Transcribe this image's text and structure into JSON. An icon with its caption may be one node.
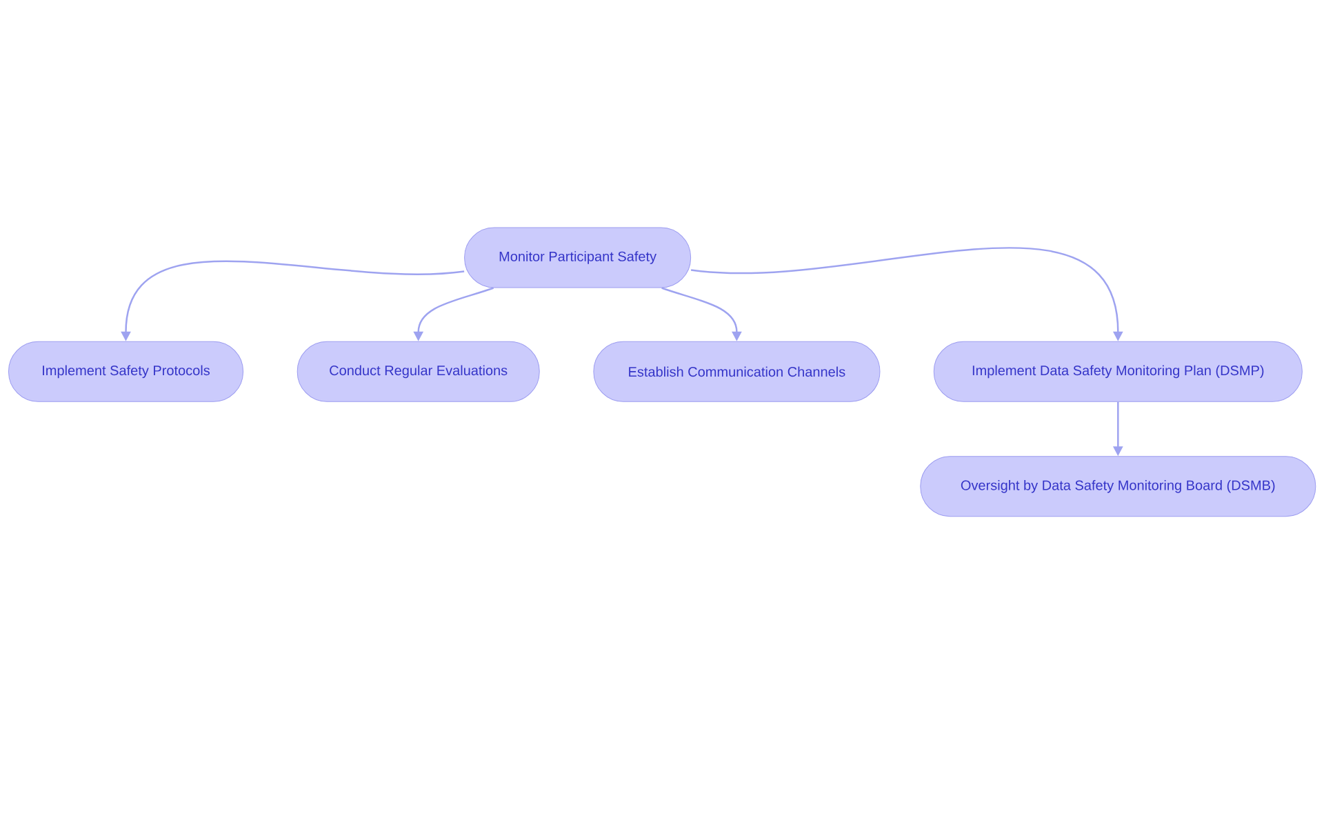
{
  "diagram": {
    "nodes": [
      {
        "text": [
          "Monitor Participant Safety"
        ]
      },
      {
        "text": [
          "Implement Safety Protocols"
        ]
      },
      {
        "text": [
          "Conduct Regular Evaluations"
        ]
      },
      {
        "text": [
          "Establish Communication Channels"
        ]
      },
      {
        "text": [
          "Implement Data Safety Monitoring Plan (DSMP)"
        ]
      },
      {
        "text": [
          "Oversight by Data Safety Monitoring Board (DSMB)"
        ]
      }
    ],
    "edges": [
      {
        "from": 0,
        "to": 1,
        "arrow": "to"
      },
      {
        "from": 0,
        "to": 2,
        "arrow": "to"
      },
      {
        "from": 0,
        "to": 3,
        "arrow": "to"
      },
      {
        "from": 0,
        "to": 4,
        "arrow": "to"
      },
      {
        "from": 4,
        "to": 5,
        "arrow": "to"
      }
    ]
  }
}
